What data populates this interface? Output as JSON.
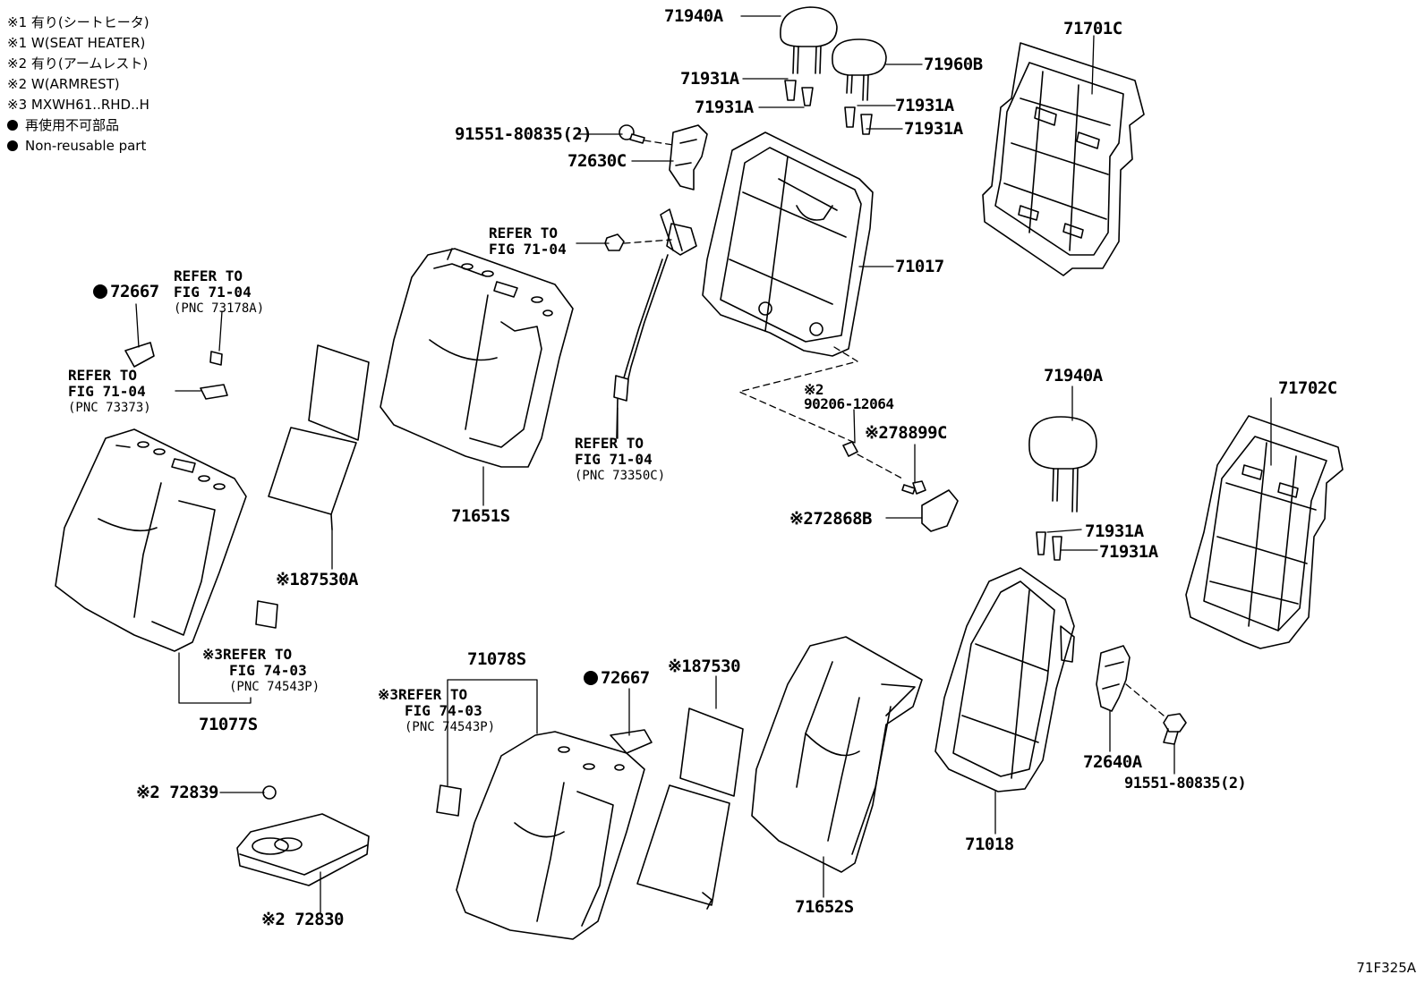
{
  "legend": [
    "※1 有り(シートヒータ)",
    "※1 W(SEAT HEATER)",
    "※2 有り(アームレスト)",
    "※2 W(ARMREST)",
    "※3 MXWH61..RHD..H",
    "再使用不可部品",
    "Non-reusable part"
  ],
  "parts": {
    "p71940A_top": "71940A",
    "p71960B": "71960B",
    "p71701C": "71701C",
    "p71931A_1": "71931A",
    "p71931A_2": "71931A",
    "p71931A_3": "71931A",
    "p71931A_4": "71931A",
    "p91551_top": "91551-80835(2)",
    "p72630C": "72630C",
    "p71017": "71017",
    "p72667_left": "72667",
    "p71651S": "71651S",
    "p87530A": "※187530A",
    "p90206": "90206-12064",
    "p90206_mark": "※2",
    "p78899C": "※278899C",
    "p72868B": "※272868B",
    "p71940A_right": "71940A",
    "p71702C": "71702C",
    "p71931A_5": "71931A",
    "p71931A_6": "71931A",
    "p71077S": "71077S",
    "p71078S": "71078S",
    "p72667_mid": "72667",
    "p87530": "※187530",
    "p72640A": "72640A",
    "p91551_right": "91551-80835(2)",
    "p72839": "※2 72839",
    "p72830": "※2 72830",
    "p71652S": "71652S",
    "p71018": "71018"
  },
  "refs": {
    "r1": {
      "l1": "REFER TO",
      "l2": "FIG 71-04",
      "pnc": "(PNC 73178A)"
    },
    "r2": {
      "l1": "REFER TO",
      "l2": "FIG 71-04",
      "pnc": "(PNC 73373)"
    },
    "r3": {
      "l1": "REFER TO",
      "l2": "FIG 71-04"
    },
    "r4": {
      "l1": "REFER TO",
      "l2": "FIG 71-04",
      "pnc": "(PNC 73350C)"
    },
    "r5": {
      "l1": "※3REFER TO",
      "l2": "FIG 74-03",
      "pnc": "(PNC 74543P)"
    },
    "r6": {
      "l1": "※3REFER TO",
      "l2": "FIG 74-03",
      "pnc": "(PNC 74543P)"
    }
  },
  "figure_code": "71F325A"
}
